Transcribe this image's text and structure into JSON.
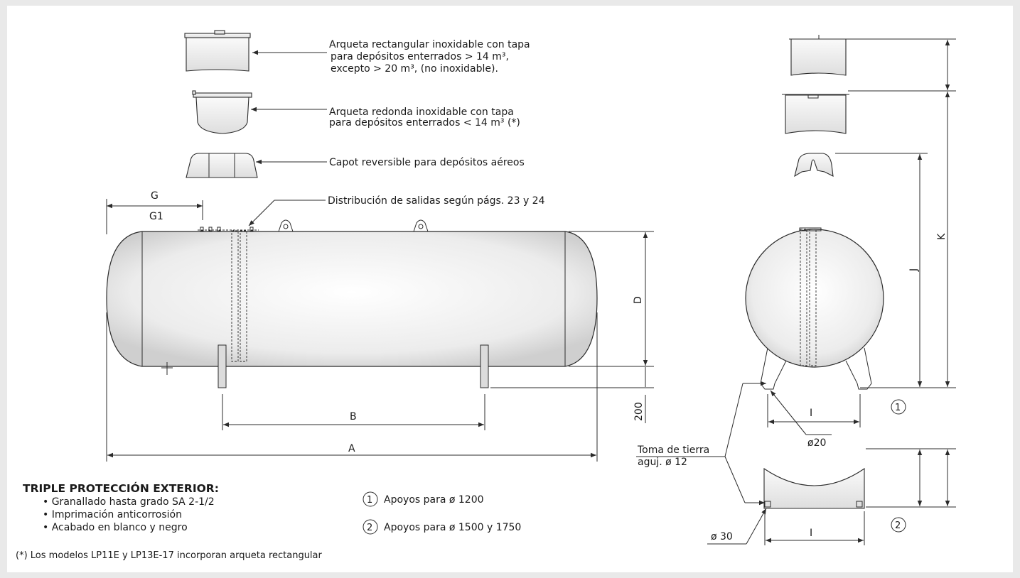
{
  "accessories": {
    "rect_box_line1": "Arqueta rectangular inoxidable con tapa",
    "rect_box_line2": "para depósitos enterrados > 14 m³,",
    "rect_box_line3": "excepto > 20 m³, (no inoxidable).",
    "round_box_line1": "Arqueta redonda inoxidable con tapa",
    "round_box_line2": "para depósitos enterrados < 14 m³ (*)",
    "capot": "Capot reversible para depósitos aéreos",
    "outlets": "Distribución de salidas según págs. 23 y 24"
  },
  "dimensions": {
    "A": "A",
    "B": "B",
    "D": "D",
    "G": "G",
    "G1": "G1",
    "J": "J",
    "K": "K",
    "I_top": "I",
    "I_bottom": "I",
    "h200": "200",
    "d20": "ø20",
    "d30": "ø 30"
  },
  "earth": {
    "line1": "Toma de tierra",
    "line2": "aguj. ø 12"
  },
  "supports": {
    "marker1": "1",
    "marker2": "2",
    "support1": "Apoyos para ø 1200",
    "support2": "Apoyos para ø 1500 y 1750"
  },
  "protection": {
    "title": "TRIPLE PROTECCIÓN EXTERIOR:",
    "items": [
      "• Granallado hasta grado SA 2-1/2",
      "• Imprimación anticorrosión",
      "• Acabado en blanco y negro"
    ]
  },
  "footnote": "(*) Los modelos LP11E y LP13E-17 incorporan arqueta rectangular"
}
